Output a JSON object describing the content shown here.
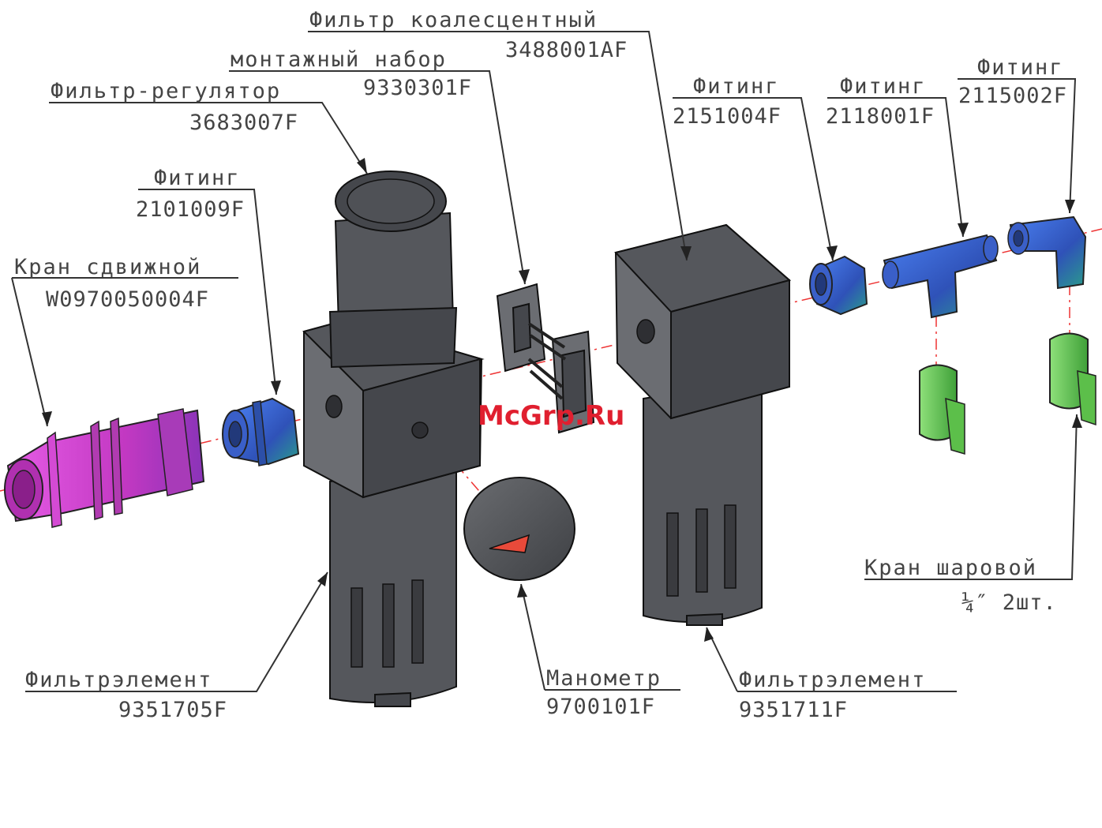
{
  "watermark": "McGrp.Ru",
  "callouts": {
    "coalescent_filter": {
      "name": "Фильтр коалесцентный",
      "code": "3488001AF"
    },
    "mounting_kit": {
      "name": "монтажный набор",
      "code": "9330301F"
    },
    "filter_regulator": {
      "name": "Фильтр-регулятор",
      "code": "3683007F"
    },
    "fitting_left": {
      "name": "Фитинг",
      "code": "2101009F"
    },
    "slide_valve": {
      "name": "Кран сдвижной",
      "code": "W0970050004F"
    },
    "fitting_1": {
      "name": "Фитинг",
      "code": "2151004F"
    },
    "fitting_2": {
      "name": "Фитинг",
      "code": "2118001F"
    },
    "fitting_3": {
      "name": "Фитинг",
      "code": "2115002F"
    },
    "ball_valve": {
      "name": "Кран шаровой",
      "code": "¼″ 2шт."
    },
    "filter_element_left": {
      "name": "Фильтрэлемент",
      "code": "9351705F"
    },
    "manometer": {
      "name": "Манометр",
      "code": "9700101F"
    },
    "filter_element_right": {
      "name": "Фильтрэлемент",
      "code": "9351711F"
    }
  },
  "colors": {
    "valve": "#cc33cc",
    "fitting": "#3a5fc8",
    "ball_valve_handle": "#5cbf4a",
    "housing": "#55575c",
    "axis_line": "#e33333",
    "watermark": "#e01f2f"
  }
}
